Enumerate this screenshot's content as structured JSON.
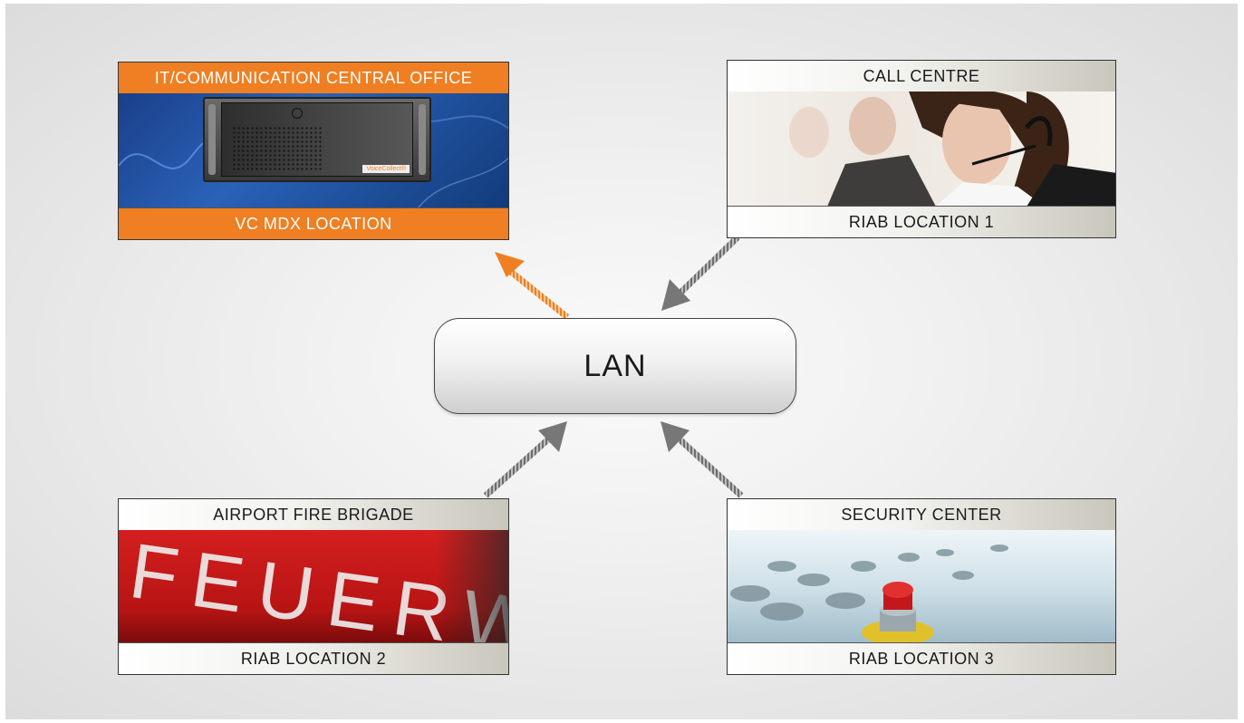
{
  "diagram": {
    "center": {
      "label": "LAN"
    },
    "nodes": [
      {
        "id": "central",
        "title": "IT/COMMUNICATION CENTRAL OFFICE",
        "subtitle": "VC MDX LOCATION",
        "image": "voicecollect-server",
        "image_text": "VoiceCollect®"
      },
      {
        "id": "call-centre",
        "title": "CALL CENTRE",
        "subtitle": "RIAB LOCATION 1",
        "image": "headset-agents"
      },
      {
        "id": "fire-brigade",
        "title": "AIRPORT FIRE BRIGADE",
        "subtitle": "RIAB LOCATION 2",
        "image": "feuerwehr-truck",
        "image_text": "FEUERWEHR"
      },
      {
        "id": "security",
        "title": "SECURITY CENTER",
        "subtitle": "RIAB LOCATION 3",
        "image": "emergency-button"
      }
    ],
    "edges": [
      {
        "from": "LAN",
        "to": "central",
        "color": "#ef7f22"
      },
      {
        "from": "call-centre",
        "to": "LAN",
        "color": "#777777"
      },
      {
        "from": "fire-brigade",
        "to": "LAN",
        "color": "#777777"
      },
      {
        "from": "security",
        "to": "LAN",
        "color": "#777777"
      }
    ]
  },
  "colors": {
    "accent": "#ef7f22",
    "arrow": "#777777"
  }
}
